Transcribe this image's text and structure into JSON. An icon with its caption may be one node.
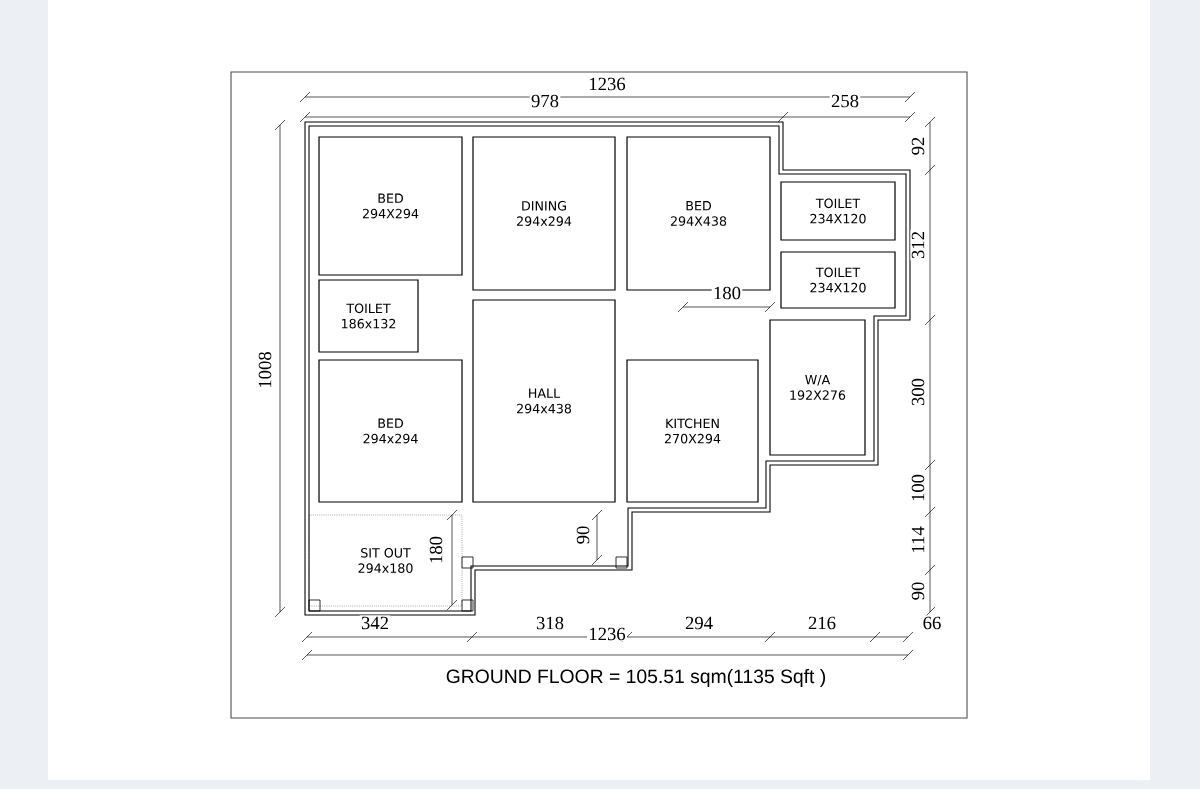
{
  "diagram": {
    "caption": "GROUND FLOOR   =  105.51  sqm(1135 Sqft )",
    "nodes": [
      {
        "text": [
          "BED",
          "294X294"
        ]
      },
      {
        "text": [
          "DINING",
          "294x294"
        ]
      },
      {
        "text": [
          "BED",
          "294X438"
        ]
      },
      {
        "text": [
          "TOILET",
          "234X120"
        ]
      },
      {
        "text": [
          "TOILET",
          "234X120"
        ]
      },
      {
        "text": [
          "TOILET",
          "186x132"
        ]
      },
      {
        "text": [
          "W/A",
          "192X276"
        ]
      },
      {
        "text": [
          "BED",
          "294x294"
        ]
      },
      {
        "text": [
          "HALL",
          "294x438"
        ]
      },
      {
        "text": [
          "KITCHEN",
          "270X294"
        ]
      },
      {
        "text": [
          "SIT OUT",
          "294x180"
        ]
      }
    ],
    "labels": [
      "1236",
      "978",
      "258",
      "92",
      "312",
      "180",
      "1008",
      "300",
      "100",
      "114",
      "90",
      "180",
      "90",
      "342",
      "318",
      "1236",
      "294",
      "216",
      "66"
    ]
  }
}
